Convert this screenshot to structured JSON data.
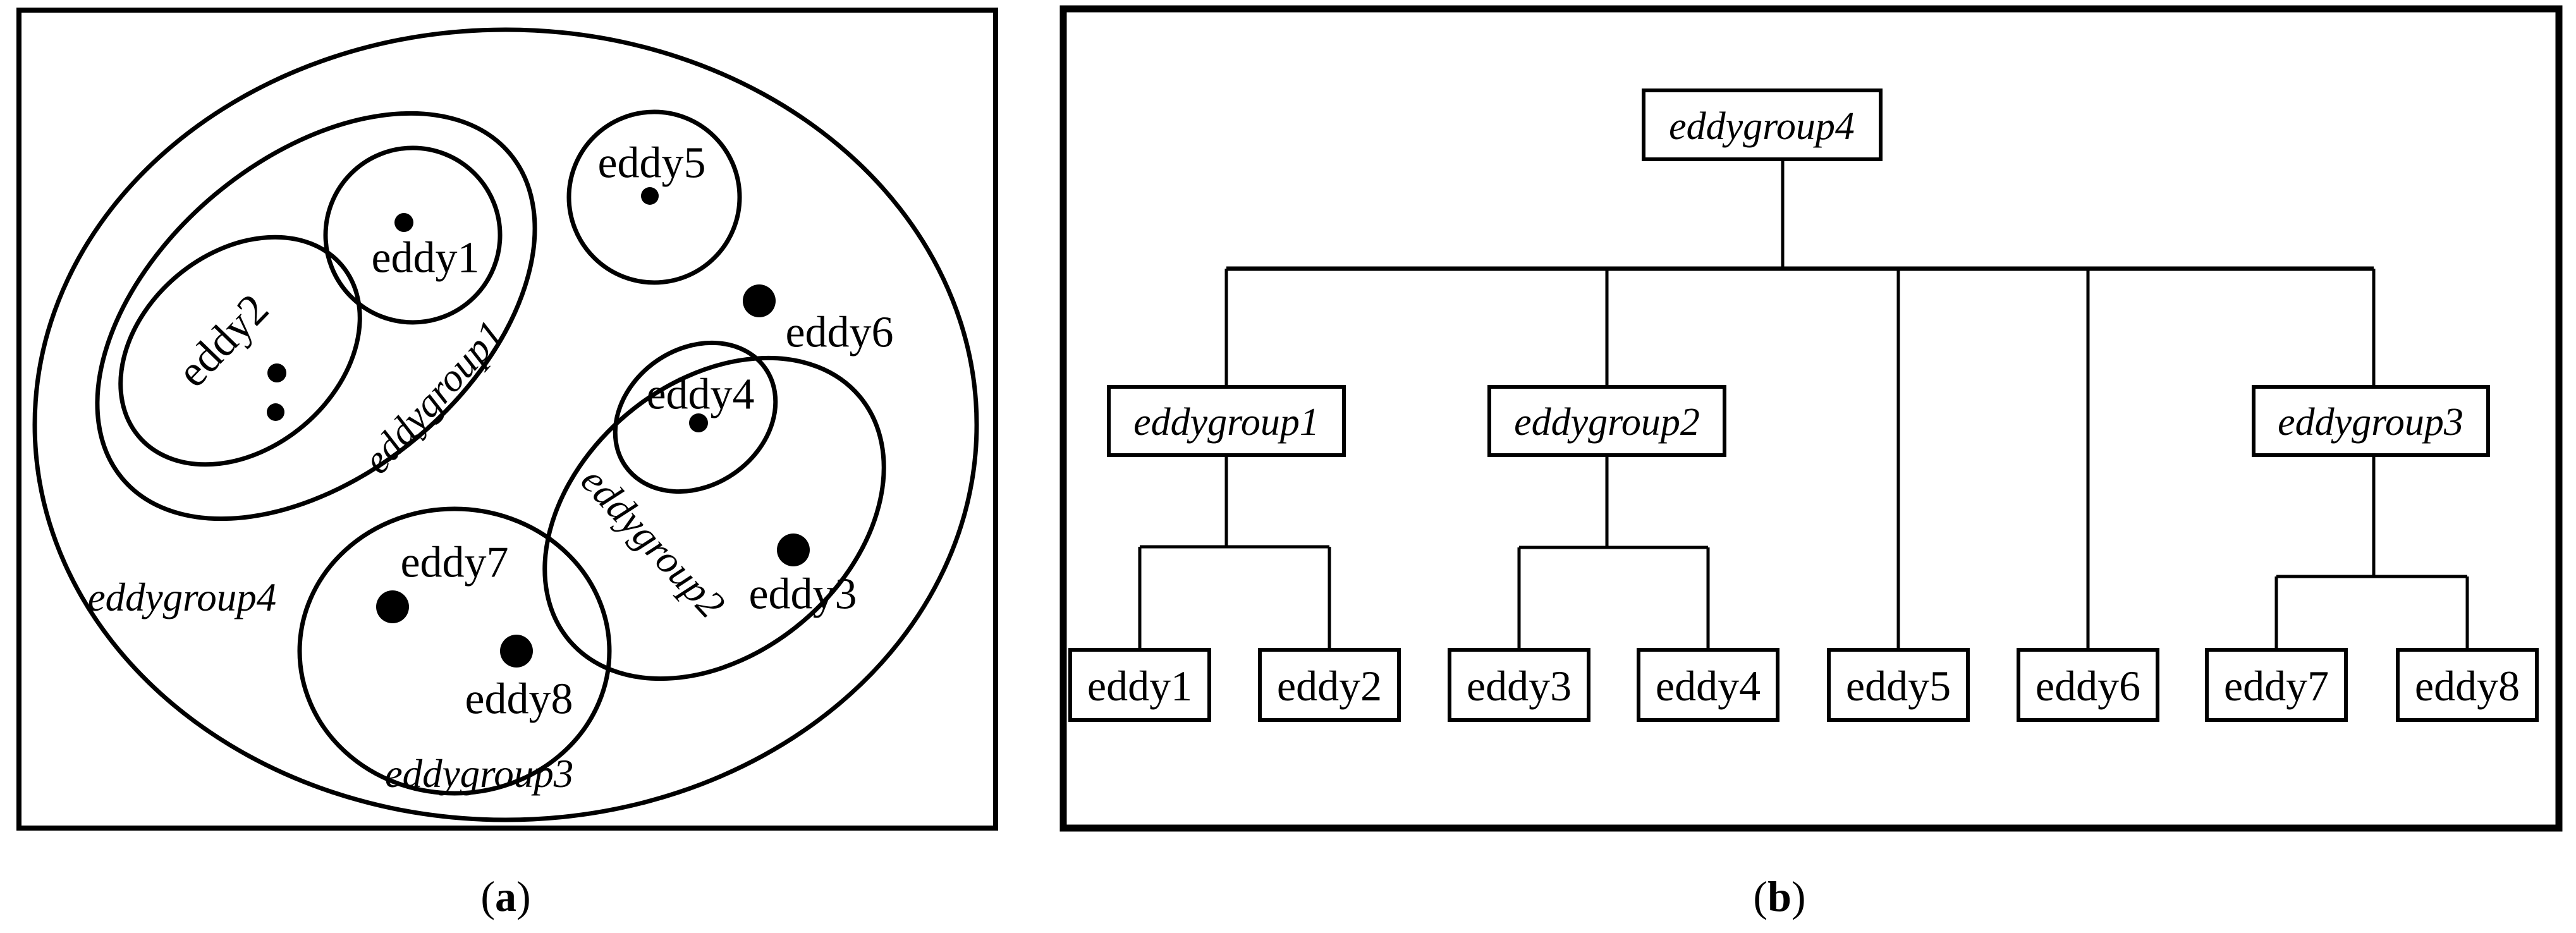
{
  "colors": {
    "ink": "#000000",
    "paper": "#ffffff"
  },
  "panel_a": {
    "caption": {
      "open": "(",
      "letter": "a",
      "close": ")"
    },
    "eddies": {
      "eddy1": "eddy1",
      "eddy2": "eddy2",
      "eddy3": "eddy3",
      "eddy4": "eddy4",
      "eddy5": "eddy5",
      "eddy6": "eddy6",
      "eddy7": "eddy7",
      "eddy8": "eddy8"
    },
    "groups": {
      "eddygroup1": "eddygroup1",
      "eddygroup2": "eddygroup2",
      "eddygroup3": "eddygroup3",
      "eddygroup4": "eddygroup4"
    }
  },
  "panel_b": {
    "caption": {
      "open": "(",
      "letter": "b",
      "close": ")"
    },
    "root_label": "eddygroup4",
    "group_labels": [
      "eddygroup1",
      "eddygroup2",
      "eddygroup3"
    ],
    "leaf_labels": [
      "eddy1",
      "eddy2",
      "eddy3",
      "eddy4",
      "eddy5",
      "eddy6",
      "eddy7",
      "eddy8"
    ],
    "hierarchy": {
      "eddygroup4": [
        "eddygroup1",
        "eddygroup2",
        "eddy5",
        "eddy6",
        "eddygroup3"
      ],
      "eddygroup1": [
        "eddy1",
        "eddy2"
      ],
      "eddygroup2": [
        "eddy3",
        "eddy4"
      ],
      "eddygroup3": [
        "eddy7",
        "eddy8"
      ]
    }
  }
}
